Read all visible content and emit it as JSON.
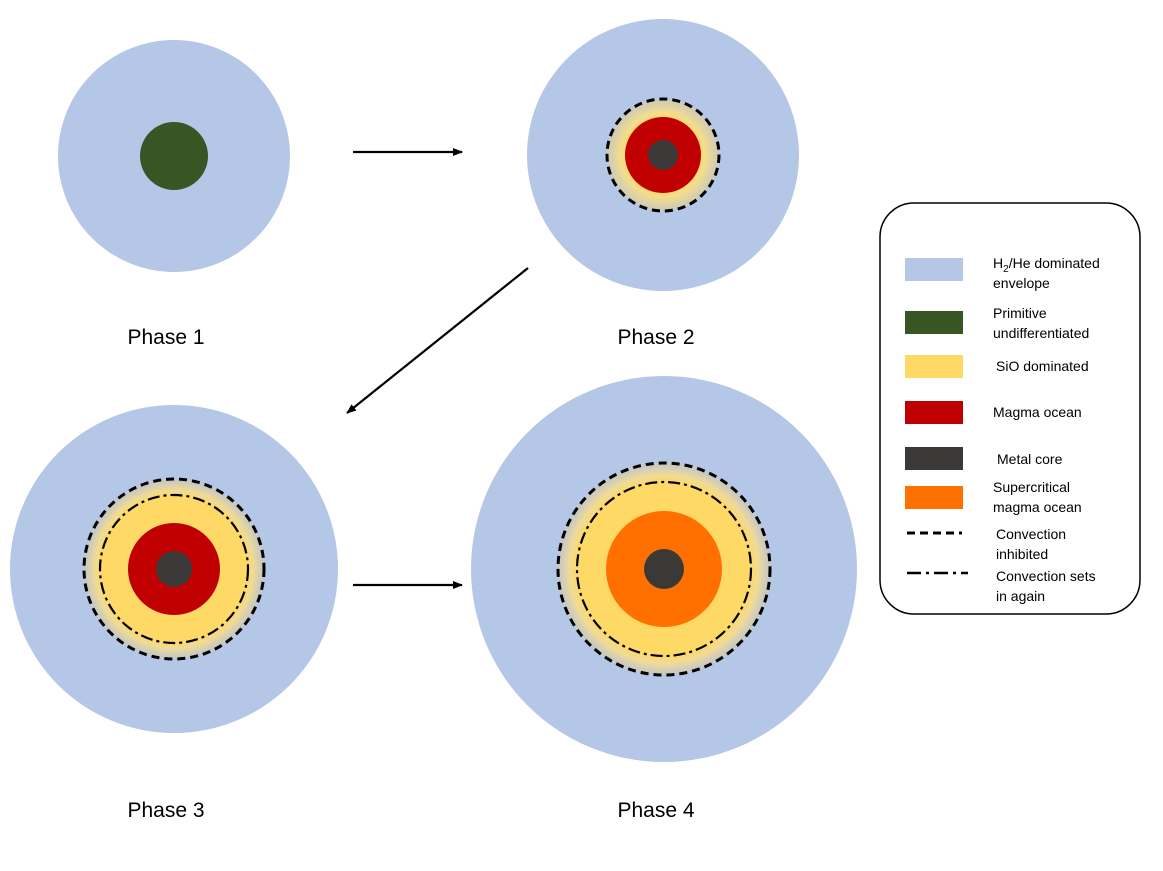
{
  "phases": [
    {
      "id": "phase-1",
      "label": "Phase 1"
    },
    {
      "id": "phase-2",
      "label": "Phase 2"
    },
    {
      "id": "phase-3",
      "label": "Phase 3"
    },
    {
      "id": "phase-4",
      "label": "Phase 4"
    }
  ],
  "colors": {
    "envelope": "#B4C7E7",
    "primitive": "#375623",
    "sio": "#FFD966",
    "sio_fringe": "#DDD6B8",
    "magma": "#C00000",
    "metal": "#3B3838",
    "supercritical": "#FF7000"
  },
  "legend": {
    "envelope": {
      "pre": "H",
      "sub": "2",
      "post": "/He dominated",
      "line2": "envelope"
    },
    "primitive": {
      "line1": "Primitive",
      "line2": "undifferentiated"
    },
    "sio": {
      "line1": "SiO dominated"
    },
    "magma": {
      "line1": "Magma ocean"
    },
    "metal": {
      "line1": "Metal core"
    },
    "supercritical": {
      "line1": "Supercritical",
      "line2": "magma ocean"
    },
    "inhibited": {
      "line1": "Convection",
      "line2": "inhibited"
    },
    "sets_in": {
      "line1": "Convection sets",
      "line2": "in again"
    }
  }
}
